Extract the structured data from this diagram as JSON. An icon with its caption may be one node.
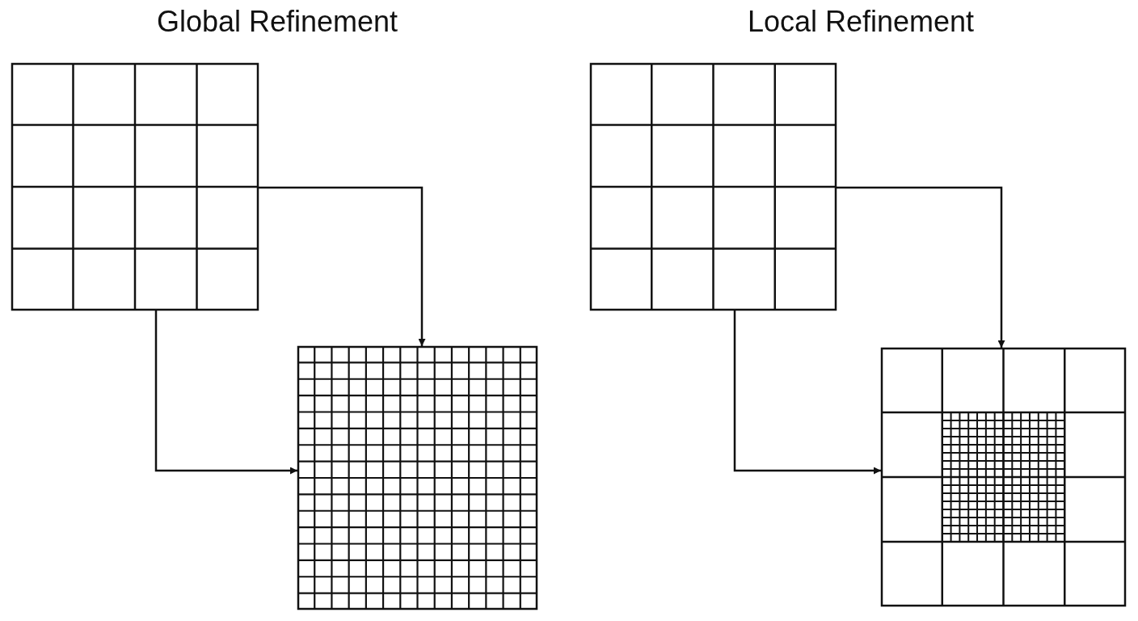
{
  "diagram": {
    "nodes": [
      {
        "text": [],
        "shape": "box"
      },
      {
        "text": [],
        "shape": "box"
      },
      {
        "text": [],
        "shape": "box"
      },
      {
        "text": [],
        "shape": "box"
      }
    ],
    "edges": [
      {
        "from": 0,
        "to": 1,
        "arrow": "to"
      },
      {
        "from": 0,
        "to": 1,
        "arrow": "to"
      },
      {
        "from": 2,
        "to": 3,
        "arrow": "to"
      },
      {
        "from": 2,
        "to": 3,
        "arrow": "to"
      }
    ],
    "labels": [
      "Global Refinement",
      "Local Refinement"
    ]
  }
}
